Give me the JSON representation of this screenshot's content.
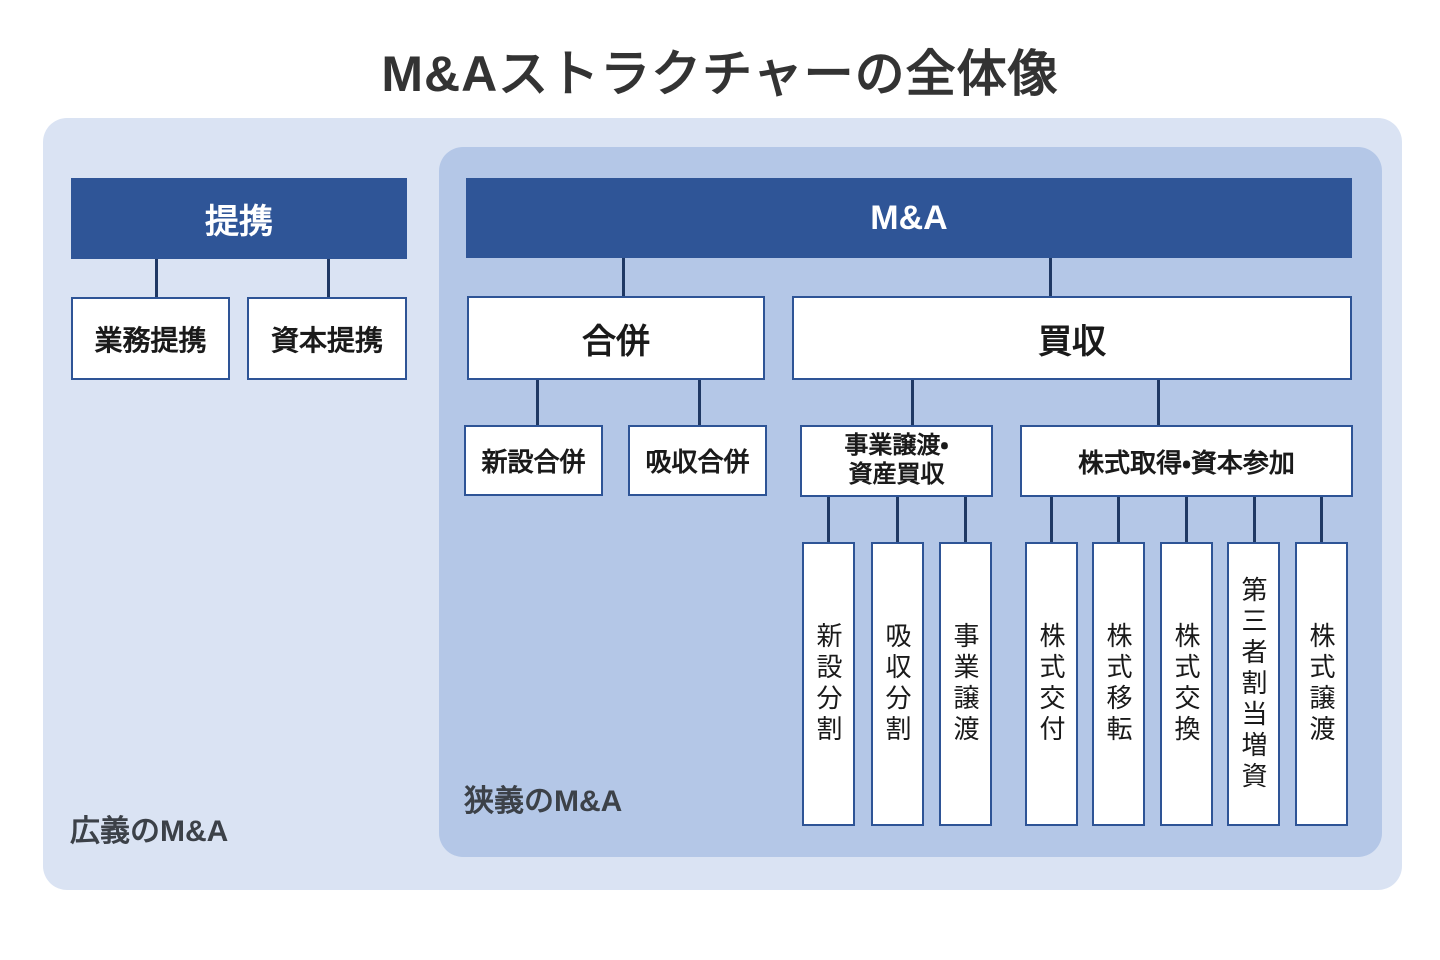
{
  "title": "M&Aストラクチャーの全体像",
  "colors": {
    "header_fill": "#2f5597",
    "box_border": "#2e5496",
    "connector": "#1f3864",
    "broad_group_bg": "#dae3f3",
    "narrow_group_bg": "#b4c7e7",
    "header_text": "#ffffff",
    "box_text": "#1a1a1a",
    "group_label_text": "#3c4148",
    "title_text": "#333333"
  },
  "groups": {
    "broad": {
      "label": "広義のM&A"
    },
    "narrow": {
      "label": "狭義のM&A"
    }
  },
  "alliance": {
    "label": "提携",
    "children": [
      {
        "label": "業務提携"
      },
      {
        "label": "資本提携"
      }
    ]
  },
  "ma": {
    "label": "M&A",
    "merger": {
      "label": "合併",
      "children": [
        {
          "label": "新設合併"
        },
        {
          "label": "吸収合併"
        }
      ]
    },
    "acquisition": {
      "label": "買収",
      "business_transfer": {
        "label_line1": "事業譲渡・",
        "label_line2": "資産買収",
        "children": [
          {
            "label": "新設分割"
          },
          {
            "label": "吸収分割"
          },
          {
            "label": "事業譲渡"
          }
        ]
      },
      "share_acquisition": {
        "label": "株式取得・資本参加",
        "children": [
          {
            "label": "株式交付"
          },
          {
            "label": "株式移転"
          },
          {
            "label": "株式交換"
          },
          {
            "label": "第三者割当増資"
          },
          {
            "label": "株式譲渡"
          }
        ]
      }
    }
  }
}
